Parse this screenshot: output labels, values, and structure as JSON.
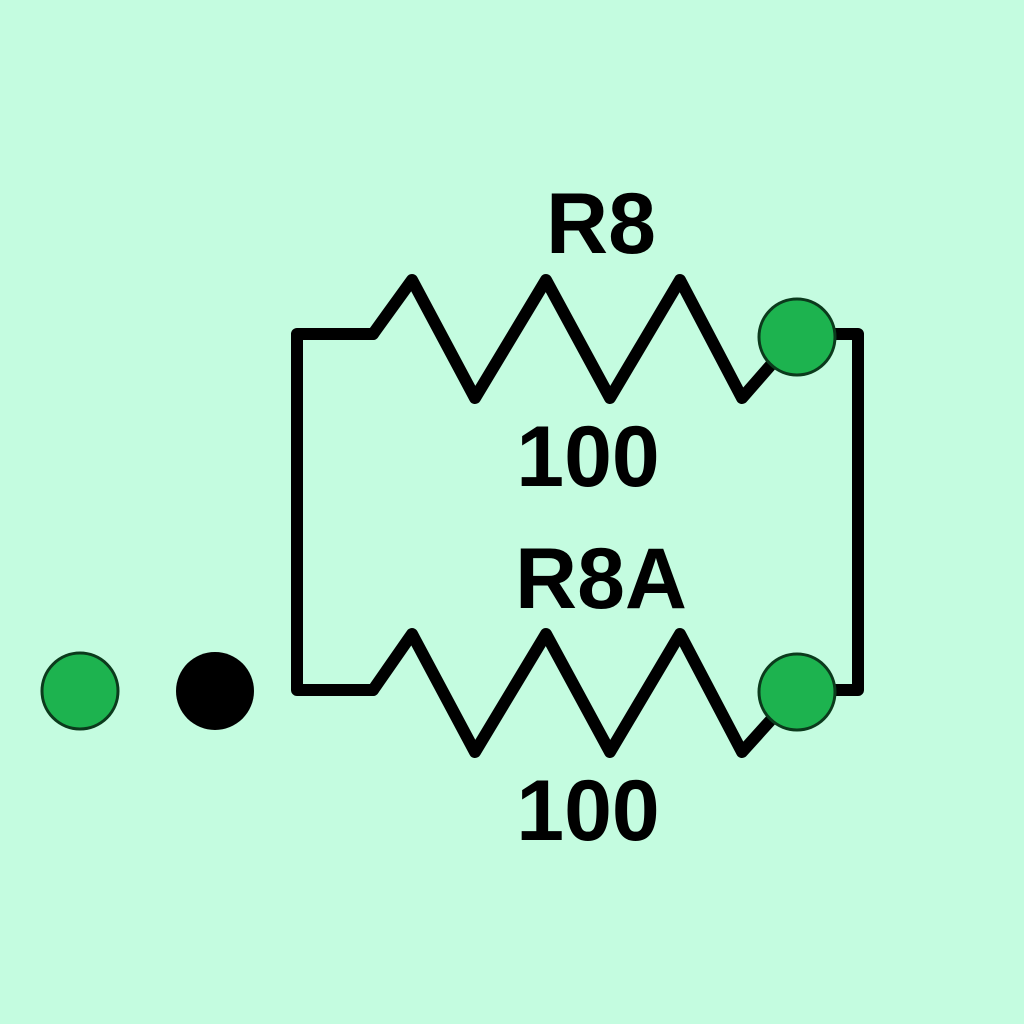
{
  "colors": {
    "background": "#c4fce0",
    "wire": "#000000",
    "terminal_green": "#1db34f",
    "terminal_black": "#000000"
  },
  "resistors": [
    {
      "designator": "R8",
      "value": "100"
    },
    {
      "designator": "R8A",
      "value": "100"
    }
  ]
}
